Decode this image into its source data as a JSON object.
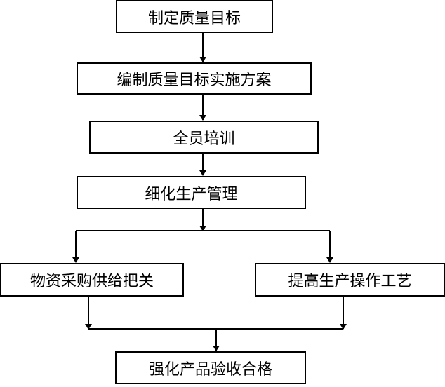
{
  "diagram": {
    "nodes": [
      {
        "id": "b1",
        "label": "制定质量目标"
      },
      {
        "id": "b2",
        "label": "编制质量目标实施方案"
      },
      {
        "id": "b3",
        "label": "全员培训"
      },
      {
        "id": "b4",
        "label": "细化生产管理"
      },
      {
        "id": "b5",
        "label": "物资采购供给把关"
      },
      {
        "id": "b6",
        "label": "提高生产操作工艺"
      },
      {
        "id": "b7",
        "label": "强化产品验收合格"
      }
    ],
    "edges": [
      [
        "b1",
        "b2"
      ],
      [
        "b2",
        "b3"
      ],
      [
        "b3",
        "b4"
      ],
      [
        "b4",
        "b5"
      ],
      [
        "b4",
        "b6"
      ],
      [
        "b5",
        "b7"
      ],
      [
        "b6",
        "b7"
      ]
    ],
    "colors": {
      "line": "#000000",
      "box_border": "#000000",
      "background": "#ffffff"
    }
  }
}
